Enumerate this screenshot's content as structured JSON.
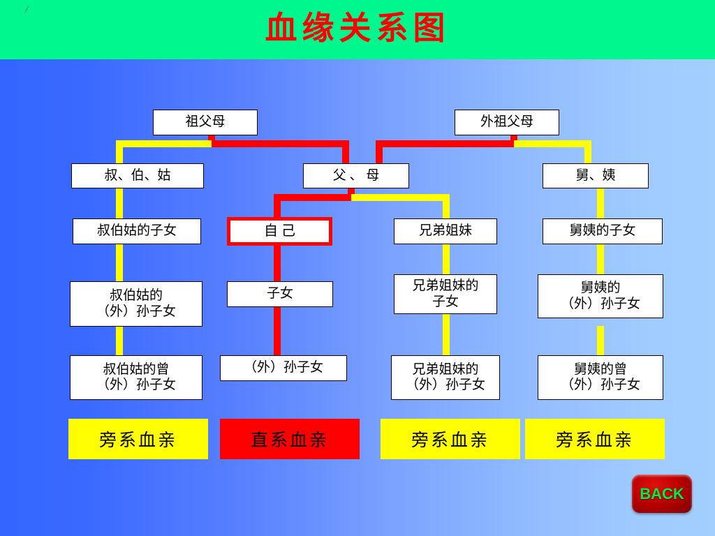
{
  "banner": {
    "title": "血缘关系图",
    "background_color": "#00F78E",
    "text_color": "#FF0000"
  },
  "background": {
    "gradient_from": "#3366FF",
    "gradient_to": "#A3CFFF"
  },
  "legend_colors": {
    "direct_line": "#FF0000",
    "collateral_line": "#FFFF00"
  },
  "nodes": {
    "paternal_grandparents": "祖父母",
    "maternal_grandparents": "外祖父母",
    "uncles_aunts_paternal": "叔、伯、姑",
    "parents": "父 、 母",
    "uncles_aunts_maternal": "舅、姨",
    "cousins_paternal": "叔伯姑的子女",
    "self": "自 己",
    "siblings": "兄弟姐妹",
    "cousins_maternal": "舅姨的子女",
    "paternal_cousin_grandchildren": "叔伯姑的\n（外）孙子女",
    "children": "子女",
    "siblings_children": "兄弟姐妹的\n子女",
    "maternal_cousin_grandchildren": "舅姨的\n（外）孙子女",
    "paternal_cousin_great_grandchildren": "叔伯姑的曾\n（外）孙子女",
    "grandchildren": "（外）孙子女",
    "siblings_grandchildren": "兄弟姐妹的\n（外）孙子女",
    "maternal_cousin_great_grandchildren": "舅姨的曾\n（外）孙子女"
  },
  "legend": {
    "col1": "旁系血亲",
    "col2": "直系血亲",
    "col3": "旁系血亲",
    "col4": "旁系血亲"
  },
  "back_button": {
    "label": "BACK"
  }
}
